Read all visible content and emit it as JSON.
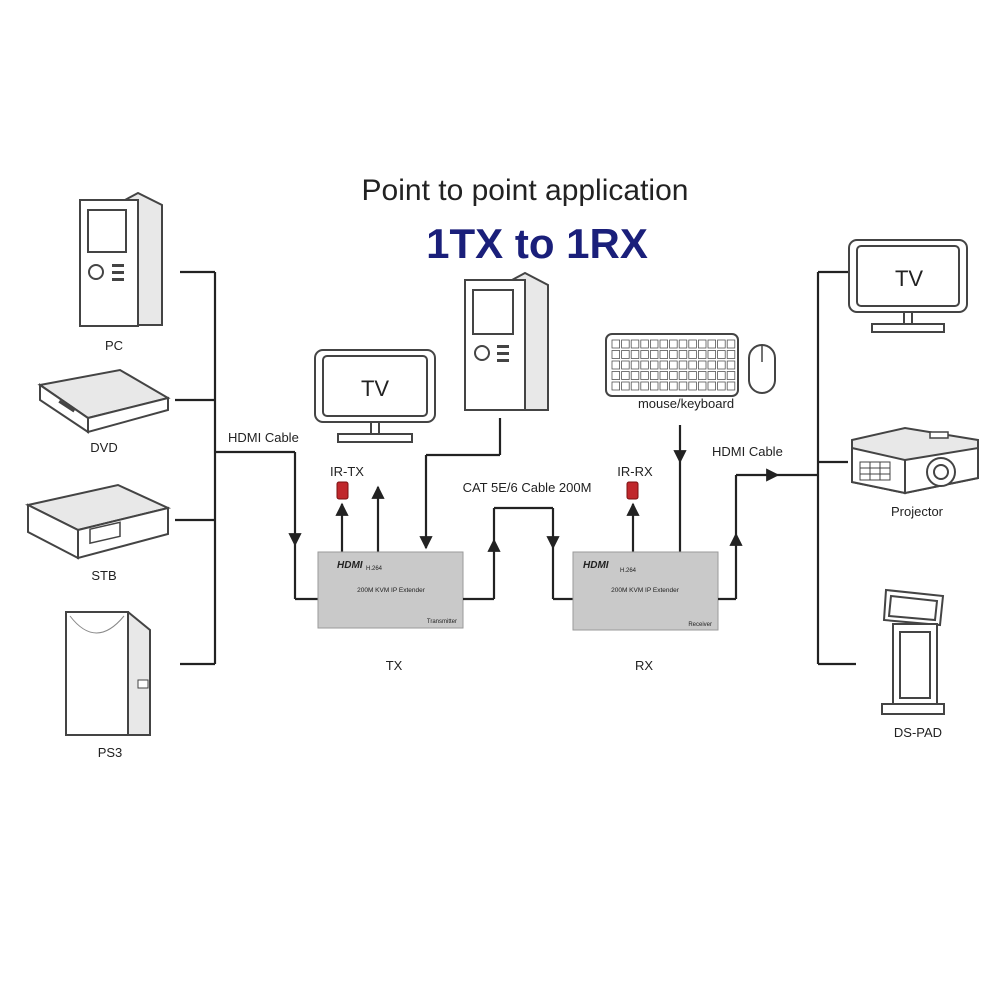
{
  "title": "Point to point application",
  "subtitle": "1TX to 1RX",
  "colors": {
    "subtitle": "#1a1f7a",
    "ir_sensor": "#c0282c",
    "unit_body": "#c9c9c9",
    "line": "#222222"
  },
  "sources": {
    "pc": "PC",
    "dvd": "DVD",
    "stb": "STB",
    "ps3": "PS3"
  },
  "sinks": {
    "tv": "TV",
    "projector": "Projector",
    "dspad": "DS-PAD"
  },
  "middle": {
    "tv": "TV",
    "ir_tx": "IR-TX",
    "ir_rx": "IR-RX",
    "mouse_keyboard": "mouse/keyboard"
  },
  "cables": {
    "hdmi_left": "HDMI Cable",
    "hdmi_right": "HDMI Cable",
    "cat": "CAT 5E/6 Cable 200M"
  },
  "tx_unit": {
    "brand": "HDMI",
    "codec": "H.264",
    "model": "200M KVM IP Extender",
    "role": "Transmitter",
    "label": "TX"
  },
  "rx_unit": {
    "brand": "HDMI",
    "codec": "H.264",
    "model": "200M KVM IP Extender",
    "role": "Receiver",
    "label": "RX"
  }
}
